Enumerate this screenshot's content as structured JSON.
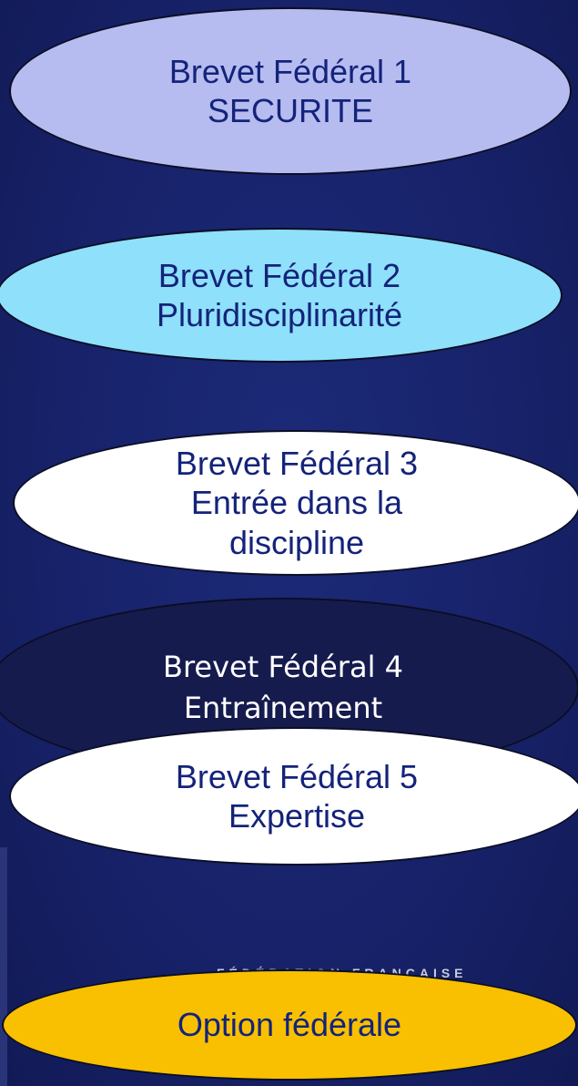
{
  "nodes": [
    {
      "id": "bf1",
      "lines": [
        "Brevet Fédéral 1",
        "SECURITE"
      ],
      "fill": "#b6bcf0"
    },
    {
      "id": "bf2",
      "lines": [
        "Brevet Fédéral 2",
        "Pluridisciplinarité"
      ],
      "fill": "#8fe0fb"
    },
    {
      "id": "bf3",
      "lines": [
        "Brevet Fédéral 3",
        "Entrée dans la",
        "discipline"
      ],
      "fill": "#ffffff"
    },
    {
      "id": "bf4",
      "lines": [
        "Brevet Fédéral 4",
        "Entraînement"
      ],
      "fill": "#161b4e"
    },
    {
      "id": "bf5",
      "lines": [
        "Brevet Fédéral 5",
        "Expertise"
      ],
      "fill": "#ffffff"
    },
    {
      "id": "opt",
      "lines": [
        "Option fédérale"
      ],
      "fill": "#f8c000"
    }
  ],
  "background_logo": {
    "text": "FÉDÉRATION FRANÇAISE",
    "accent_color": "#c8102e"
  }
}
